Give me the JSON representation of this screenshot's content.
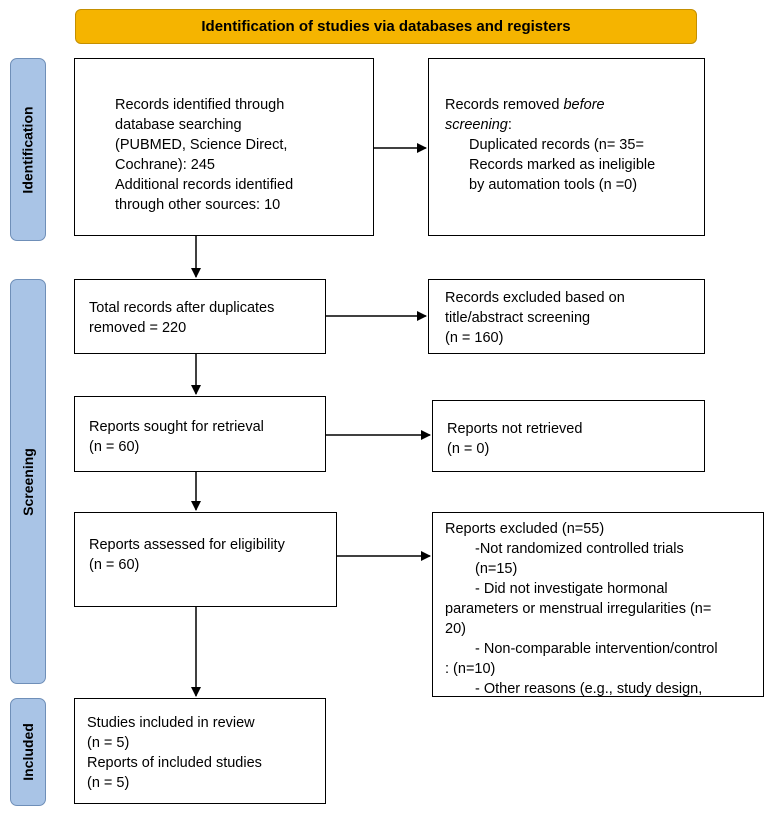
{
  "header": {
    "title": "Identification of studies via databases and registers"
  },
  "phases": {
    "identification": "Identification",
    "screening": "Screening",
    "included": "Included"
  },
  "boxes": {
    "records_identified": {
      "line1": "Records identified through",
      "line2": "database searching",
      "line3": "(PUBMED, Science Direct,",
      "line4": "Cochrane): 245",
      "line5": "Additional records identified",
      "line6": "through other sources: 10"
    },
    "records_removed": {
      "line1_a": "Records removed ",
      "line1_b": "before",
      "line2_a": "screening",
      "line2_b": ":",
      "line3": "Duplicated records (n= 35=",
      "line4": "Records marked as ineligible",
      "line5": "by automation tools (n =0)"
    },
    "total_after_duplicates": {
      "line1": "Total records after duplicates",
      "line2": "removed = 220"
    },
    "excluded_title_abstract": {
      "line1": "Records excluded based on",
      "line2": "title/abstract screening",
      "line3": "(n = 160)"
    },
    "sought_retrieval": {
      "line1": "Reports sought for retrieval",
      "line2": "(n = 60)"
    },
    "not_retrieved": {
      "line1": "Reports not retrieved",
      "line2": "(n = 0)"
    },
    "assessed_eligibility": {
      "line1": "Reports assessed for eligibility",
      "line2": "(n = 60)"
    },
    "reports_excluded": {
      "line1": "Reports excluded (n=55)",
      "line2": "-Not randomized controlled trials",
      "line3": "(n=15)",
      "line4": "- Did not investigate hormonal",
      "line5": "parameters or menstrual irregularities (n=",
      "line6": "20)",
      "line7": "- Non-comparable intervention/control",
      "line8": ": (n=10)",
      "line9": "- Other reasons (e.g., study design,"
    },
    "included_studies": {
      "line1": "Studies included in review",
      "line2": "(n = 5)",
      "line3": "Reports of included studies",
      "line4": "(n = 5)"
    }
  },
  "colors": {
    "header_fill": "#f5b400",
    "phase_fill": "#a9c4e6"
  }
}
